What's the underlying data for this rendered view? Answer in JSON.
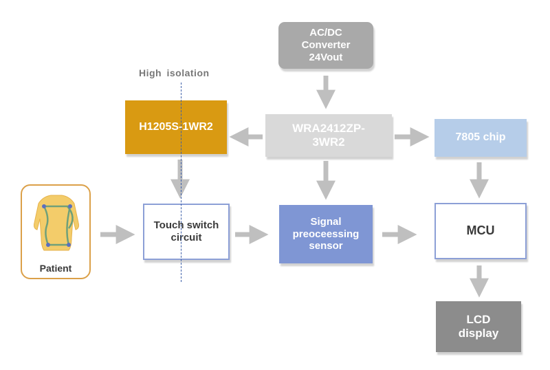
{
  "blocks": {
    "acdc": "AC/DC\nConverter\n24Vout",
    "isolation_module": "H1205S-1WR2",
    "regulator": "WRA2412ZP-\n3WR2",
    "chip": "7805 chip",
    "touch_switch": "Touch switch\ncircuit",
    "signal_sensor": "Signal\npreoceessing\nsensor",
    "mcu": "MCU",
    "lcd": "LCD\ndisplay"
  },
  "patient": {
    "label": "Patient"
  },
  "isolation": {
    "label": "High  isolation"
  },
  "colors": {
    "acdc": "#a9a9a9",
    "isolation_module": "#d99a12",
    "regulator": "#d9d9d9",
    "chip": "#b6cde9",
    "signal_sensor": "#7f96d4",
    "outline_blue": "#8c9fd6",
    "lcd": "#8c8c8c",
    "arrow": "#bfbfbf",
    "patient_border": "#dba048",
    "body_skin": "#f3cc6a",
    "electrode_path": "#6fa07a",
    "isolation_line": "#3b5ea8"
  }
}
